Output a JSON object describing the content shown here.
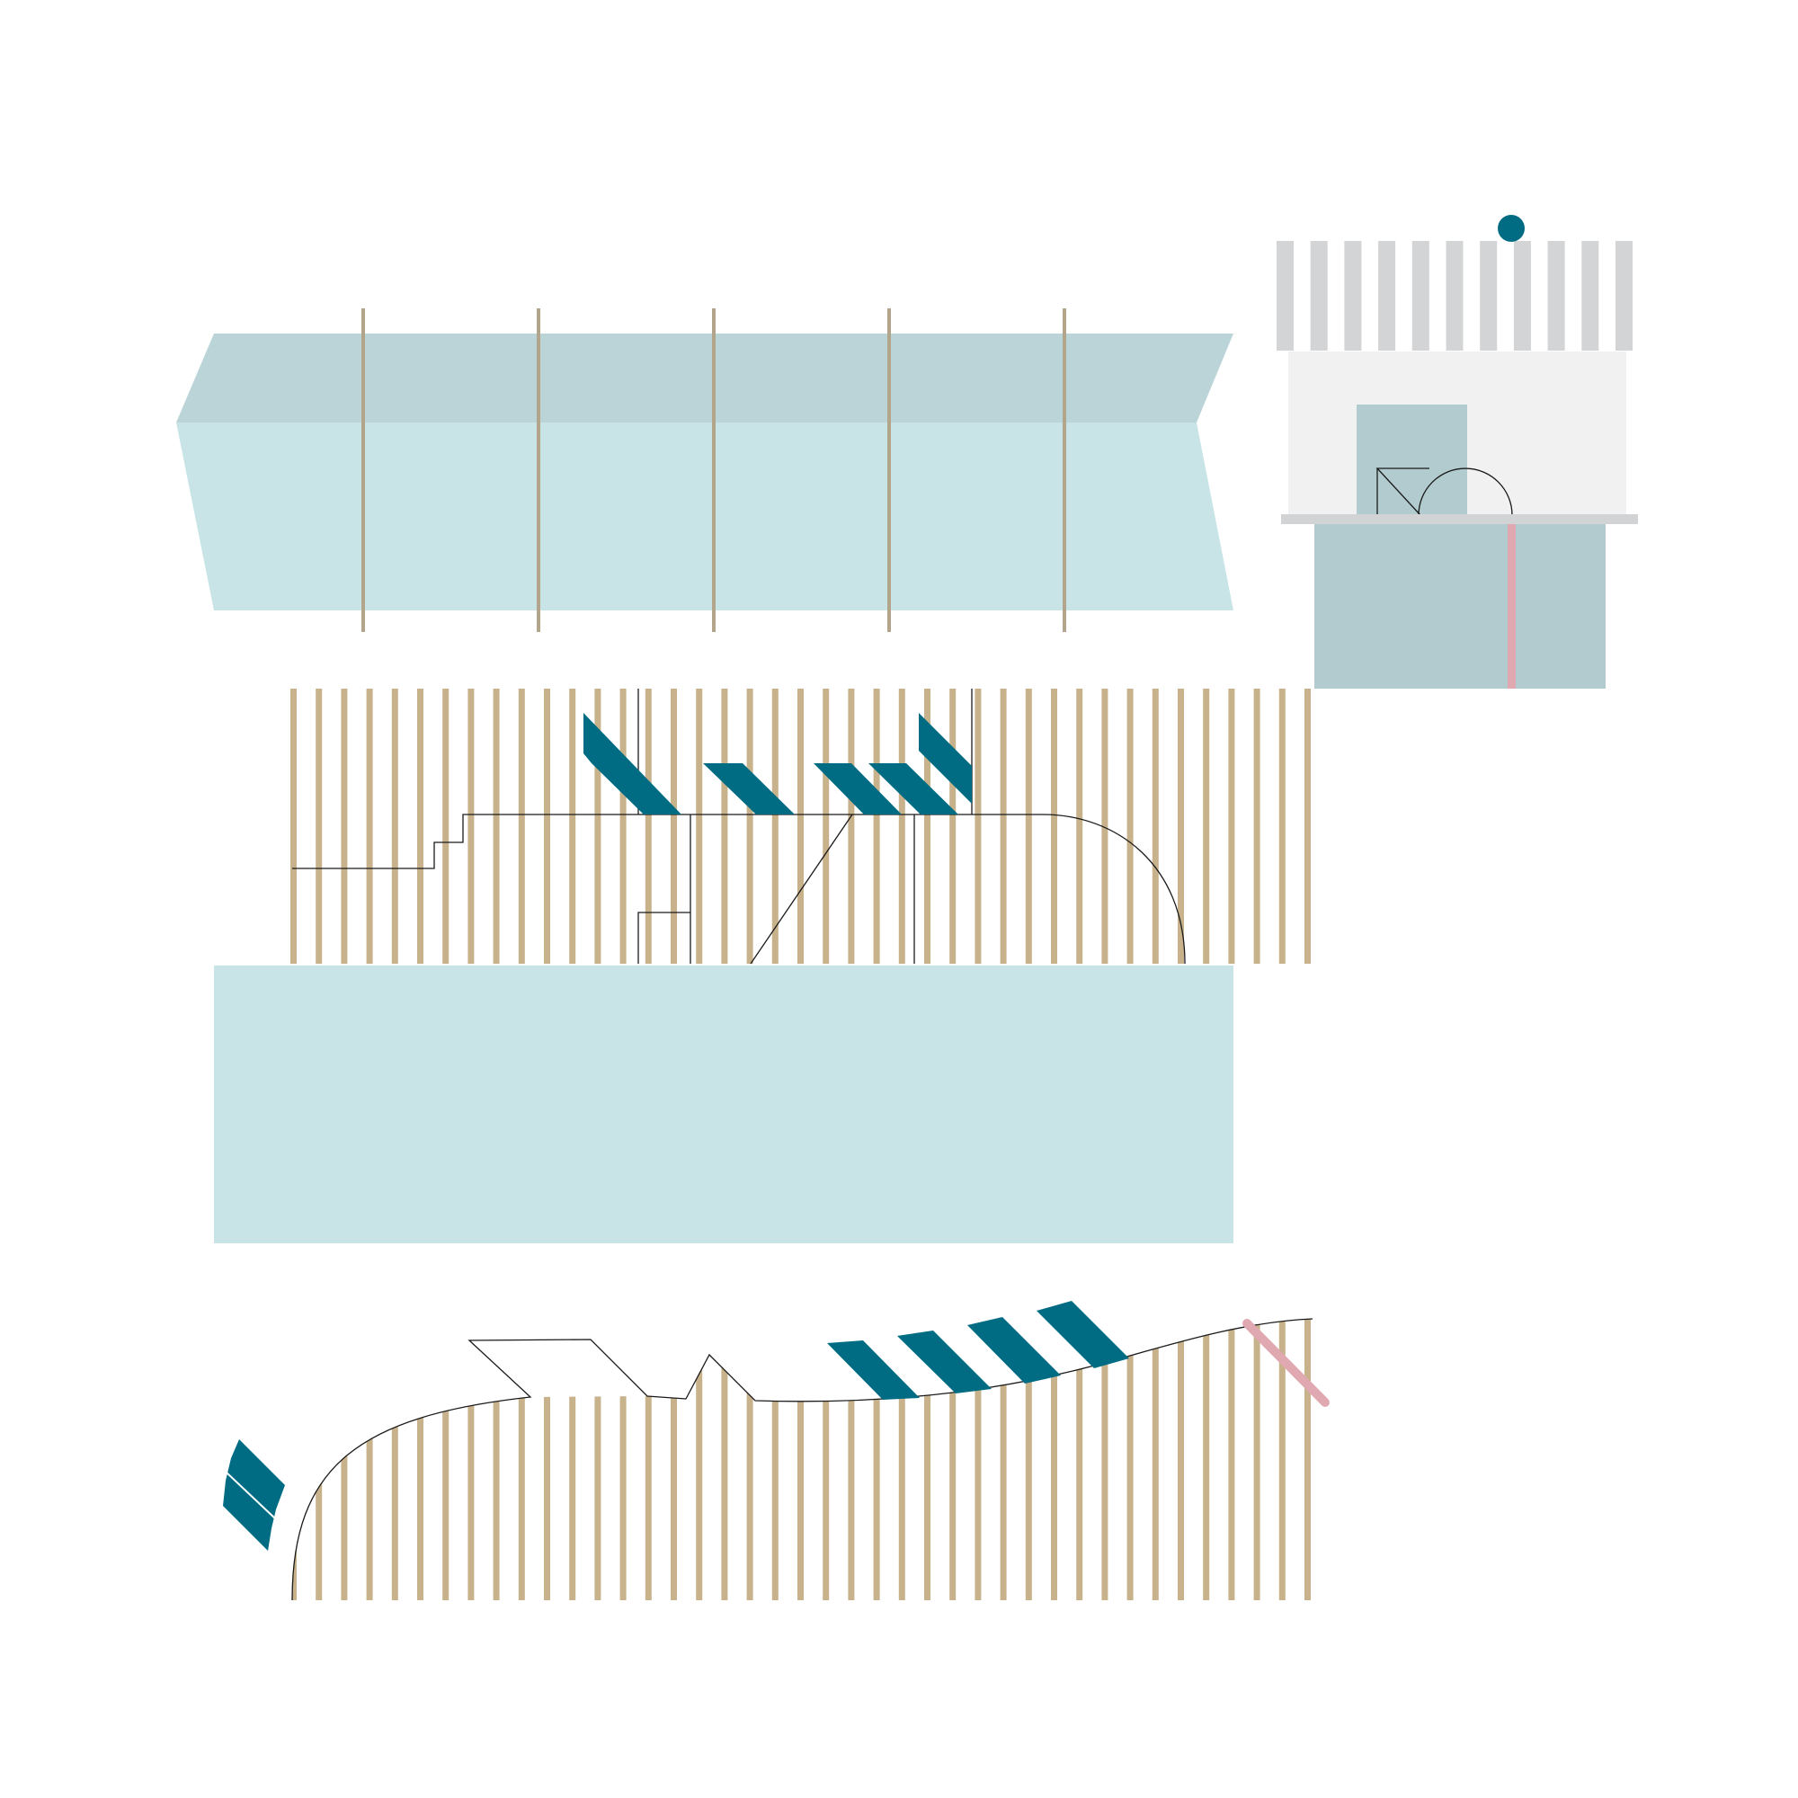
{
  "colors": {
    "background": "#ffffff",
    "water_light": "#c8e4e7",
    "water_dark": "#bad4d8",
    "slat_tan": "#c8b28c",
    "post_tan": "#b3a58c",
    "accent_teal": "#006c84",
    "accent_pink": "#e0a8b0",
    "slat_grey": "#d3d4d6",
    "panel_light": "#f1f1f1",
    "panel_blue": "#b2cbcf",
    "shelf_grey": "#d2d3d5",
    "line_ink": "#1a1a1a"
  },
  "components": [
    {
      "id": "upper-water-block",
      "kind": "pale-blue block with dark top band and five vertical posts"
    },
    {
      "id": "striped-timber-band",
      "kind": "vertical tan slats with teal diagonal markers and line outline"
    },
    {
      "id": "lower-water-block",
      "kind": "pale-blue rectangle"
    },
    {
      "id": "wave-timber-band",
      "kind": "vertical tan slats under a wavy outline with teal and pink diagonals"
    },
    {
      "id": "kiosk-elevation",
      "kind": "grey slat fence, light panel, shelf and blue base with pink pole and teal dot"
    }
  ]
}
